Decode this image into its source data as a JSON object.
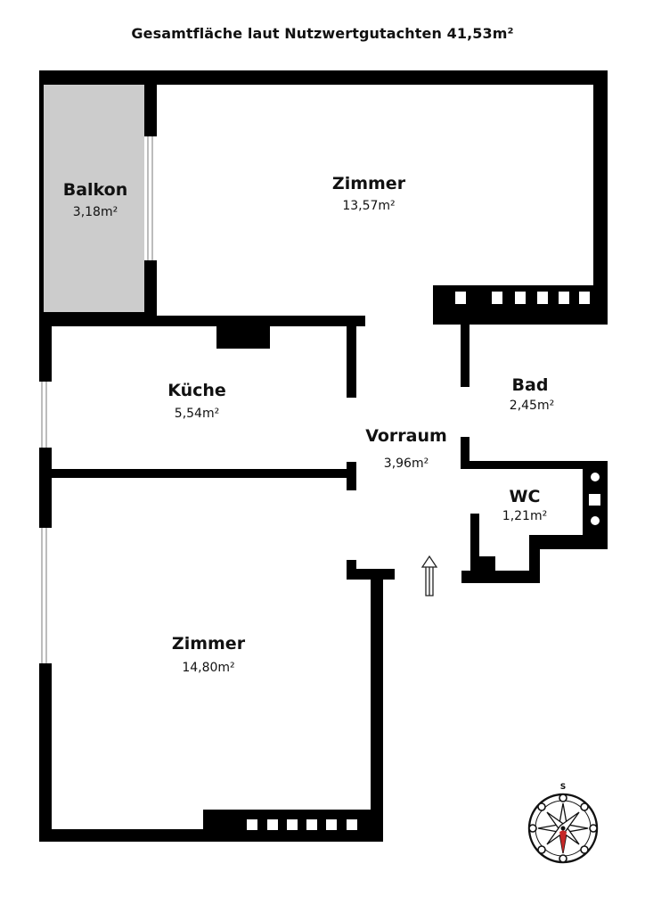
{
  "title": "Gesamtfläche laut Nutzwertgutachten 41,53m²",
  "rooms": [
    {
      "id": "balkon",
      "name": "Balkon",
      "area": "3,18m²"
    },
    {
      "id": "zimmer1",
      "name": "Zimmer",
      "area": "13,57m²"
    },
    {
      "id": "kueche",
      "name": "Küche",
      "area": "5,54m²"
    },
    {
      "id": "bad",
      "name": "Bad",
      "area": "2,45m²"
    },
    {
      "id": "vorraum",
      "name": "Vorraum",
      "area": "3,96m²"
    },
    {
      "id": "wc",
      "name": "WC",
      "area": "1,21m²"
    },
    {
      "id": "zimmer2",
      "name": "Zimmer",
      "area": "14,80m²"
    }
  ],
  "compass": {
    "label": "S",
    "needle_color": "#c62828"
  },
  "colors": {
    "wall": "#000000",
    "balcony_fill": "#cccccc",
    "background": "#ffffff"
  },
  "icons": {
    "entrance": "entrance-arrow-icon",
    "compass": "compass-rose-icon"
  }
}
